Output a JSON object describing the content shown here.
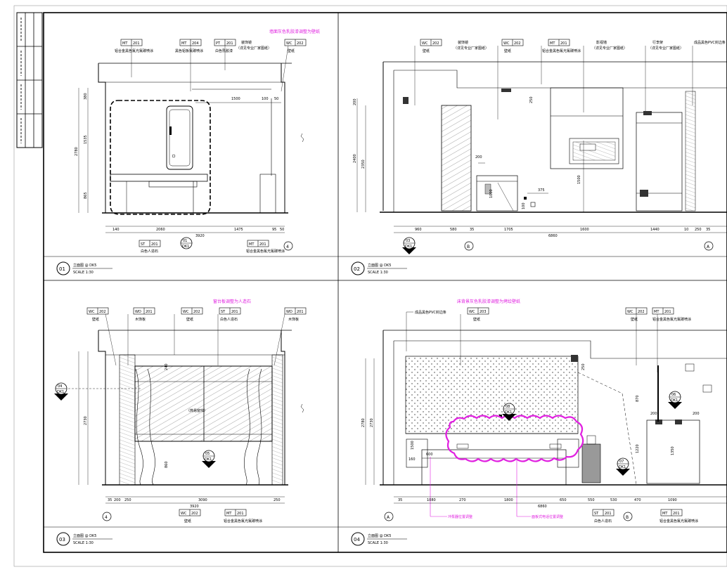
{
  "title_block": {
    "rows": 4
  },
  "panels": [
    {
      "number": "01",
      "title": "立面图 @ DK5",
      "scale": "SCALE  1:30",
      "note": "墙面灰色乳胶漆调整为壁纸",
      "tags": [
        {
          "code": "MT",
          "num": "201",
          "desc": "铝合金黑色氟光氟碳喷涂"
        },
        {
          "code": "MT",
          "num": "204",
          "desc": "黑色铝板氟碳喷涂"
        },
        {
          "code": "PT",
          "num": "201",
          "desc": "白色乳胶漆"
        },
        {
          "code": "WC",
          "num": "202",
          "desc": "壁纸"
        }
      ],
      "extra_label": "装饰镜",
      "extra_label2": "（详见专业厂家图纸）",
      "dims_bottom": [
        "140",
        "2060",
        "1475",
        "95",
        "50"
      ],
      "dim_total": "3920",
      "dims_left": [
        "380",
        "1535",
        "865"
      ],
      "dim_left_total": "2780",
      "dims_top": [
        "1500",
        "100",
        "50"
      ],
      "bottom_tags": [
        {
          "code": "ST",
          "num": "201",
          "desc": "白色人造石"
        },
        {
          "code": "MT",
          "num": "201",
          "desc": "铝合金黑色氟光氟碳喷涂"
        }
      ],
      "section_mark": {
        "top": "01",
        "bottom": "DK1"
      },
      "grid_marker": "4"
    },
    {
      "number": "02",
      "title": "立面图 @ DK5",
      "scale": "SCALE  1:30",
      "tags": [
        {
          "code": "WC",
          "num": "202",
          "desc": "壁纸"
        },
        {
          "code": "WC",
          "num": "202",
          "desc": "壁纸"
        },
        {
          "code": "MT",
          "num": "201",
          "desc": "铝合金黑色氟光氟碳喷涂"
        }
      ],
      "callouts": [
        "装饰镜",
        "（详见专业厂家图纸）",
        "影视墙",
        "（详见专业厂家图纸）",
        "行李架",
        "（详见专业厂家图纸）",
        "成品黑色PVC封边条"
      ],
      "dims_bottom": [
        "960",
        "580",
        "35",
        "1705",
        "1600",
        "1440",
        "10",
        "250",
        "35"
      ],
      "dim_total": "6860",
      "dims_left": [
        "2400",
        "2350",
        "200"
      ],
      "dims_inner": [
        "200",
        "1000",
        "375",
        "1500",
        "250",
        "100"
      ],
      "section_mark": {
        "top": "03",
        "bottom": "DK1"
      },
      "grid_markers": [
        "B",
        "A"
      ]
    },
    {
      "number": "03",
      "title": "立面图 @ DK5",
      "scale": "SCALE  1:30",
      "note": "窗台板调整为人造石",
      "tags": [
        {
          "code": "WC",
          "num": "202",
          "desc": "壁纸"
        },
        {
          "code": "WD",
          "num": "201",
          "desc": "木饰板"
        },
        {
          "code": "WC",
          "num": "202",
          "desc": "壁纸"
        },
        {
          "code": "ST",
          "num": "201",
          "desc": "白色人造石"
        },
        {
          "code": "WD",
          "num": "201",
          "desc": "木饰板"
        }
      ],
      "window_label": "（简易窗帘）",
      "dims_bottom": [
        "35",
        "200",
        "250",
        "3090",
        "250"
      ],
      "dim_total": "3920",
      "dims_left": [
        "2730"
      ],
      "dims_inner": [
        "240",
        "860"
      ],
      "bottom_tags": [
        {
          "code": "WC",
          "num": "202",
          "desc": "壁纸"
        },
        {
          "code": "MT",
          "num": "201",
          "desc": "铝合金黑色氟光氟碳喷涂"
        }
      ],
      "section_marks": [
        {
          "top": "04",
          "bottom": "DK1"
        },
        {
          "top": "05",
          "bottom": "DK1"
        }
      ],
      "grid_marker": "4"
    },
    {
      "number": "04",
      "title": "立面图 @ DK5",
      "scale": "SCALE  1:30",
      "note": "床背景灰色乳胶漆调整为烤绘壁纸",
      "tags": [
        {
          "code": "WC",
          "num": "203",
          "desc": "壁纸"
        },
        {
          "code": "WC",
          "num": "202",
          "desc": "壁纸"
        },
        {
          "code": "MT",
          "num": "201",
          "desc": "铝合金黑色氟光氟碳喷涂"
        }
      ],
      "callout_left": "成品黑色PVC封边条",
      "dims_bottom": [
        "35",
        "1080",
        "270",
        "1800",
        "650",
        "550",
        "530",
        "470",
        "1090"
      ],
      "dim_total": "6860",
      "dims_left": [
        "2780",
        "2730"
      ],
      "dims_inner": [
        "250",
        "870",
        "600",
        "160",
        "1220",
        "1350",
        "200",
        "200",
        "1500"
      ],
      "annotations_bottom": [
        "冲泵器位置调整",
        "面板式电话位置调整"
      ],
      "bottom_tags": [
        {
          "code": "ST",
          "num": "201",
          "desc": "白色人造石"
        },
        {
          "code": "MT",
          "num": "201",
          "desc": "铝合金黑色氟光氟碳喷涂"
        }
      ],
      "section_marks": [
        {
          "top": "06",
          "bottom": "DK1"
        },
        {
          "top": "07",
          "bottom": "DK1"
        },
        {
          "top": "08",
          "bottom": "DK1"
        }
      ],
      "grid_markers": [
        "A",
        "B"
      ]
    }
  ],
  "colors": {
    "line": "#000000",
    "markup": "#e020e0",
    "hatch": "#555555",
    "fill": "#999999"
  }
}
